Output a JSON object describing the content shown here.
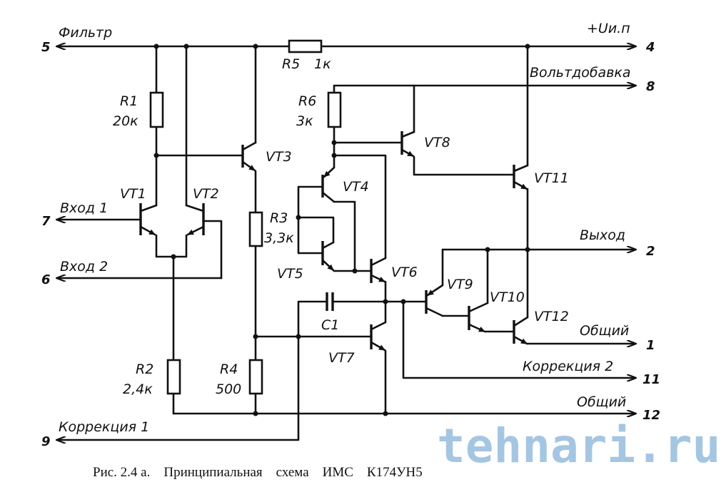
{
  "nets": {
    "filter": {
      "label": "Фильтр",
      "pin": "5"
    },
    "supply": {
      "label": "+Uи.п",
      "pin": "4"
    },
    "boost": {
      "label": "Вольтдобавка",
      "pin": "8"
    },
    "input1": {
      "label": "Вход 1",
      "pin": "7"
    },
    "input2": {
      "label": "Вход 2",
      "pin": "6"
    },
    "output": {
      "label": "Выход",
      "pin": "2"
    },
    "common1": {
      "label": "Общий",
      "pin": "1"
    },
    "correction2": {
      "label": "Коррекция 2",
      "pin": "11"
    },
    "common12": {
      "label": "Общий",
      "pin": "12"
    },
    "correction1": {
      "label": "Коррекция 1",
      "pin": "9"
    }
  },
  "components": {
    "R1": {
      "name": "R1",
      "value": "20к"
    },
    "R2": {
      "name": "R2",
      "value": "2,4к"
    },
    "R3": {
      "name": "R3",
      "value": "3,3к"
    },
    "R4": {
      "name": "R4",
      "value": "500"
    },
    "R5": {
      "name": "R5",
      "value": "1к"
    },
    "R6": {
      "name": "R6",
      "value": "3к"
    },
    "C1": {
      "name": "C1"
    },
    "transistors": [
      "VT1",
      "VT2",
      "VT3",
      "VT4",
      "VT5",
      "VT6",
      "VT7",
      "VT8",
      "VT9",
      "VT10",
      "VT11",
      "VT12"
    ]
  },
  "caption": "Рис. 2.4 а.    Принципиальная    схема    ИМС    К174УН5",
  "watermark": "tehnari.ru"
}
